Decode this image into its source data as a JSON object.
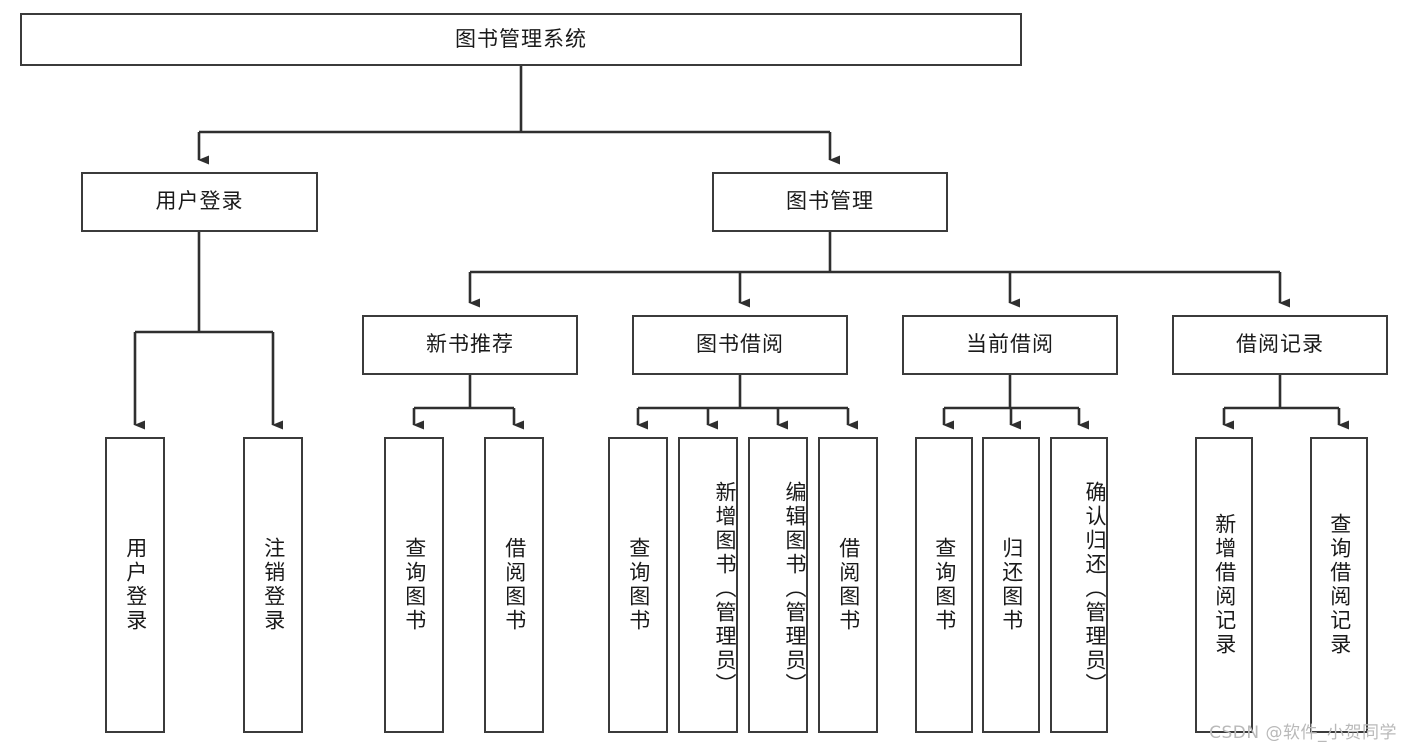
{
  "diagram": {
    "title": "图书管理系统",
    "watermark": "CSDN @软件_小贺同学",
    "colors": {
      "stroke": "#3b3b3b",
      "background": "#ffffff",
      "text": "#1a1a1a",
      "watermark": "#b9b9b9"
    },
    "root": {
      "label": "图书管理系统"
    },
    "level2": [
      {
        "label": "用户登录"
      },
      {
        "label": "图书管理"
      }
    ],
    "level3": [
      {
        "label": "新书推荐"
      },
      {
        "label": "图书借阅"
      },
      {
        "label": "当前借阅"
      },
      {
        "label": "借阅记录"
      }
    ],
    "leaves": {
      "user_login": [
        {
          "label": "用户登录"
        },
        {
          "label": "注销登录"
        }
      ],
      "new_book_recommend": [
        {
          "label": "查询图书"
        },
        {
          "label": "借阅图书"
        }
      ],
      "book_borrow": [
        {
          "label": "查询图书"
        },
        {
          "label": "新增图书（管理员）"
        },
        {
          "label": "编辑图书（管理员）"
        },
        {
          "label": "借阅图书"
        }
      ],
      "current_borrow": [
        {
          "label": "查询图书"
        },
        {
          "label": "归还图书"
        },
        {
          "label": "确认归还（管理员）"
        }
      ],
      "borrow_record": [
        {
          "label": "新增借阅记录"
        },
        {
          "label": "查询借阅记录"
        }
      ]
    }
  }
}
